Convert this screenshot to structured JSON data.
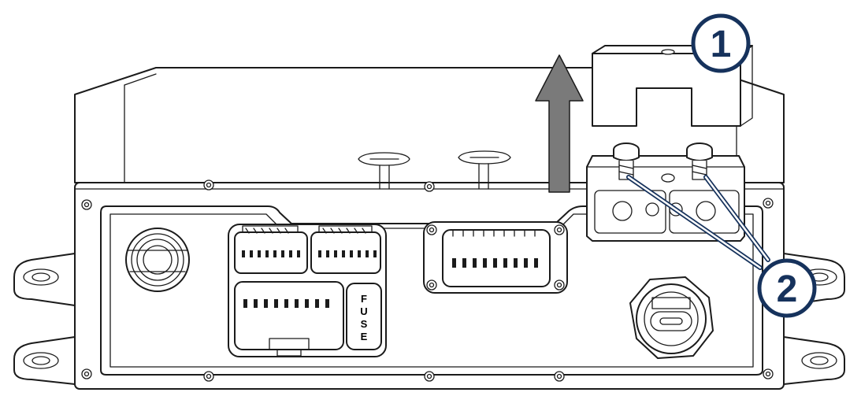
{
  "colors": {
    "line": "#1b1b1b",
    "callout": "#16325c",
    "arrow": "#7a7a7a",
    "background": "#ffffff"
  },
  "callouts": [
    {
      "label": "1",
      "target": "mounting-bracket"
    },
    {
      "label": "2",
      "target": "bracket-screws"
    }
  ],
  "fuse_label": {
    "letters": [
      "F",
      "U",
      "S",
      "E"
    ]
  },
  "arrow": {
    "direction": "up",
    "meaning": "lift-bracket"
  }
}
